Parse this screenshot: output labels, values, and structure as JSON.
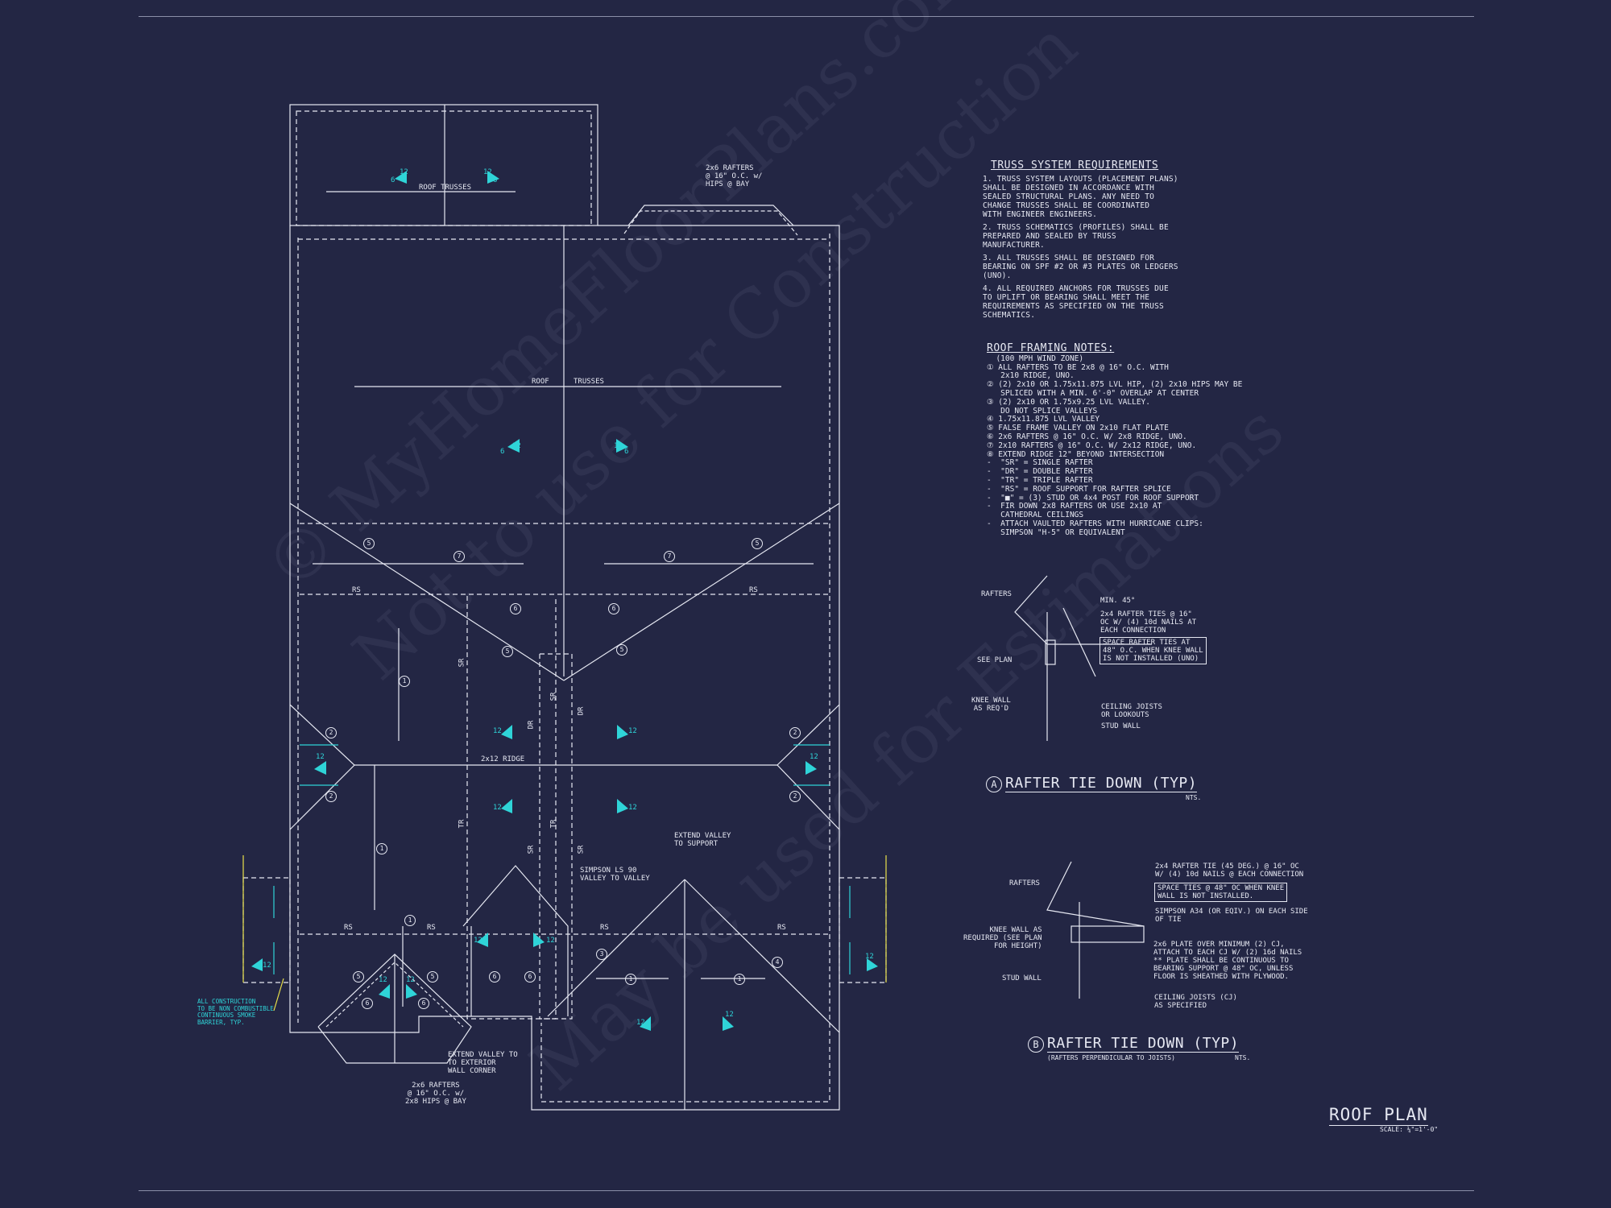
{
  "watermark": {
    "line1": "© MyHomeFloorPlans.com",
    "line2": "Not to use for Construction",
    "line3": "May be used for Estimations"
  },
  "sheet": {
    "title": "ROOF PLAN",
    "scale": "SCALE: ¼\"=1'-0\""
  },
  "truss": {
    "heading": "TRUSS SYSTEM REQUIREMENTS",
    "notes": [
      "1. TRUSS SYSTEM LAYOUTS (PLACEMENT PLANS)\nSHALL BE DESIGNED IN ACCORDANCE WITH\nSEALED STRUCTURAL PLANS. ANY NEED TO\nCHANGE TRUSSES SHALL BE COORDINATED\nWITH ENGINEER ENGINEERS.",
      "2. TRUSS SCHEMATICS (PROFILES) SHALL BE\nPREPARED AND SEALED BY TRUSS\nMANUFACTURER.",
      "3. ALL TRUSSES SHALL BE DESIGNED FOR\nBEARING ON SPF #2 OR #3 PLATES OR LEDGERS\n(UNO).",
      "4. ALL REQUIRED ANCHORS FOR TRUSSES DUE\nTO UPLIFT OR BEARING SHALL MEET THE\nREQUIREMENTS AS SPECIFIED ON THE TRUSS\nSCHEMATICS."
    ]
  },
  "framing": {
    "heading": "ROOF FRAMING NOTES:",
    "lines": [
      "  (100 MPH WIND ZONE)",
      "① ALL RAFTERS TO BE 2x8 @ 16\" O.C. WITH",
      "   2x10 RIDGE, UNO.",
      "② (2) 2x10 OR 1.75x11.875 LVL HIP, (2) 2x10 HIPS MAY BE",
      "   SPLICED WITH A MIN. 6'-0\" OVERLAP AT CENTER",
      "③ (2) 2x10 OR 1.75x9.25 LVL VALLEY.",
      "   DO NOT SPLICE VALLEYS",
      "④ 1.75x11.875 LVL VALLEY",
      "⑤ FALSE FRAME VALLEY ON 2x10 FLAT PLATE",
      "⑥ 2x6 RAFTERS @ 16\" O.C. W/ 2x8 RIDGE, UNO.",
      "⑦ 2x10 RAFTERS @ 16\" O.C. W/ 2x12 RIDGE, UNO.",
      "⑧ EXTEND RIDGE 12\" BEYOND INTERSECTION",
      "-  \"SR\" = SINGLE RAFTER",
      "-  \"DR\" = DOUBLE RAFTER",
      "-  \"TR\" = TRIPLE RAFTER",
      "-  \"RS\" = ROOF SUPPORT FOR RAFTER SPLICE",
      "-  \"■\" = (3) STUD OR 4x4 POST FOR ROOF SUPPORT",
      "-  FIR DOWN 2x8 RAFTERS OR USE 2x10 AT",
      "   CATHEDRAL CEILINGS",
      "-  ATTACH VAULTED RAFTERS WITH HURRICANE CLIPS:",
      "   SIMPSON \"H-5\" OR EQUIVALENT"
    ]
  },
  "detail_a": {
    "title": "RAFTER TIE DOWN (TYP)",
    "mark": "A",
    "nts": "NTS.",
    "labels": {
      "rafters": "RAFTERS",
      "min": "MIN. 45°",
      "ties": "2x4 RAFTER TIES @ 16\"\nOC W/ (4) 10d NAILS AT\nEACH CONNECTION",
      "space": "SPACE RAFTER TIES AT\n48\" O.C. WHEN KNEE WALL\nIS NOT INSTALLED (UNO)",
      "see_plan": "SEE PLAN",
      "knee": "KNEE WALL\nAS REQ'D",
      "joists": "CEILING JOISTS\nOR LOOKOUTS",
      "stud": "STUD WALL"
    }
  },
  "detail_b": {
    "title": "RAFTER TIE DOWN (TYP)",
    "mark": "B",
    "sub": "(RAFTERS PERPENDICULAR TO JOISTS)",
    "nts": "NTS.",
    "labels": {
      "rafters": "RAFTERS",
      "tie": "2x4 RAFTER TIE (45 DEG.) @ 16\" OC\nW/ (4) 10d NAILS @ EACH CONNECTION",
      "space": "SPACE TIES @ 48\" OC WHEN KNEE\nWALL IS NOT INSTALLED.",
      "simpson": "SIMPSON A34 (OR EQIV.) ON EACH SIDE\nOF TIE",
      "knee": "KNEE WALL AS\nREQUIRED (SEE PLAN\nFOR HEIGHT)",
      "plate": "2x6 PLATE OVER MINIMUM (2) CJ,\nATTACH TO EACH CJ W/ (2) 16d NAILS\n** PLATE SHALL BE CONTINUOUS TO\nBEARING SUPPORT @ 48\" OC, UNLESS\nFLOOR IS SHEATHED WITH PLYWOOD.",
      "stud": "STUD WALL",
      "joists": "CEILING JOISTS (CJ)\nAS SPECIFIED"
    }
  },
  "plan": {
    "roof_trusses_top": "ROOF TRUSSES",
    "roof_trusses_main_a": "ROOF",
    "roof_trusses_main_b": "TRUSSES",
    "ridge": "2x12 RIDGE",
    "bay_note_top": "2x6 RAFTERS\n@ 16\" O.C. w/\nHIPS @ BAY",
    "bay_note_bottom": "2x6 RAFTERS\n@ 16\" O.C. w/\n2x8 HIPS @ BAY",
    "extend_valley_support": "EXTEND VALLEY\nTO SUPPORT",
    "simpson_valley": "SIMPSON LS 90\nVALLEY TO VALLEY",
    "extend_valley_wall": "EXTEND VALLEY TO\nTO EXTERIOR\nWALL CORNER",
    "smoke_note": "ALL CONSTRUCTION\nTO BE NON COMBUSTIBLE\nCONTINUOUS SMOKE\nBARRIER, TYP.",
    "tags": {
      "rs": "RS",
      "sr": "SR",
      "dr": "DR",
      "tr": "TR"
    },
    "pitch_rise": "12",
    "pitch_six": "6",
    "n1": "1",
    "n2": "2",
    "n3": "3",
    "n4": "4",
    "n5": "5",
    "n6": "6",
    "n7": "7"
  },
  "colors": {
    "background": "#232644",
    "linework": "#e6e8f2",
    "pitch": "#2fd4d8",
    "accent": "#e8e04a"
  }
}
